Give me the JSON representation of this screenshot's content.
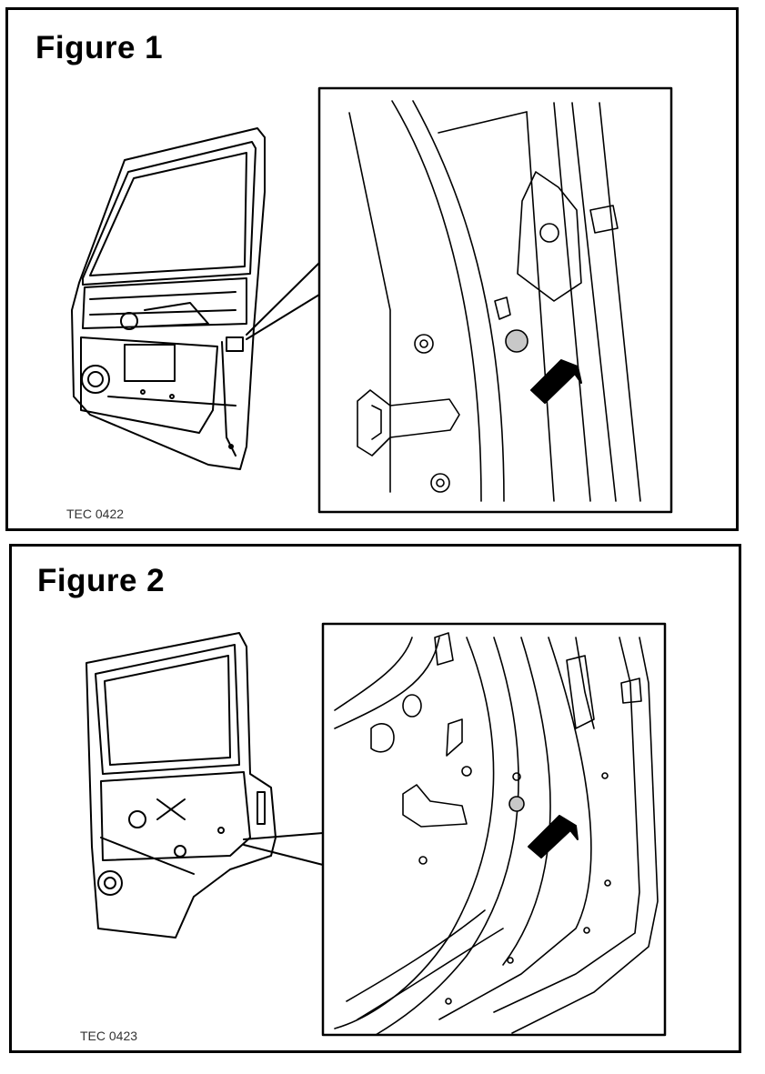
{
  "figures": [
    {
      "title": "Figure 1",
      "ref": "TEC 0422"
    },
    {
      "title": "Figure 2",
      "ref": "TEC 0423"
    }
  ],
  "colors": {
    "line": "#000000",
    "marker_fill": "#c8c8c8",
    "arrow": "#000000"
  },
  "icons": [
    "front-door-outline",
    "rear-door-outline",
    "pointer-arrow",
    "drain-plug-marker"
  ]
}
